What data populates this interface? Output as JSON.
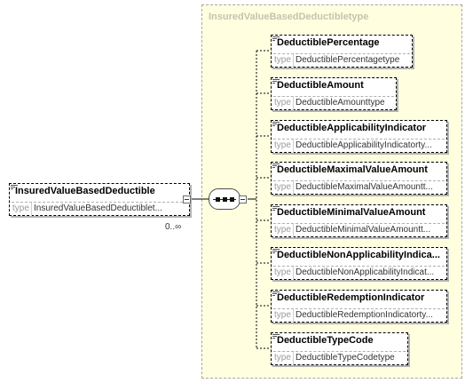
{
  "diagram": {
    "type_group_title": "InsuredValueBasedDeductibletype",
    "root": {
      "name": "InsuredValueBasedDeductible",
      "type_label": "type",
      "type_value": "InsuredValueBasedDeductiblet...",
      "occurrence": "0..∞"
    },
    "children": [
      {
        "name": "DeductiblePercentage",
        "type_label": "type",
        "type_value": "DeductiblePercentagetype"
      },
      {
        "name": "DeductibleAmount",
        "type_label": "type",
        "type_value": "DeductibleAmounttype"
      },
      {
        "name": "DeductibleApplicabilityIndicator",
        "type_label": "type",
        "type_value": "DeductibleApplicabilityIndicatorty..."
      },
      {
        "name": "DeductibleMaximalValueAmount",
        "type_label": "type",
        "type_value": "DeductibleMaximalValueAmountt..."
      },
      {
        "name": "DeductibleMinimalValueAmount",
        "type_label": "type",
        "type_value": "DeductibleMinimalValueAmountt..."
      },
      {
        "name": "DeductibleNonApplicabilityIndica...",
        "type_label": "type",
        "type_value": "DeductibleNonApplicabilityIndicat..."
      },
      {
        "name": "DeductibleRedemptionIndicator",
        "type_label": "type",
        "type_value": "DeductibleRedemptionIndicatorty..."
      },
      {
        "name": "DeductibleTypeCode",
        "type_label": "type",
        "type_value": "DeductibleTypeCodetype"
      }
    ]
  }
}
